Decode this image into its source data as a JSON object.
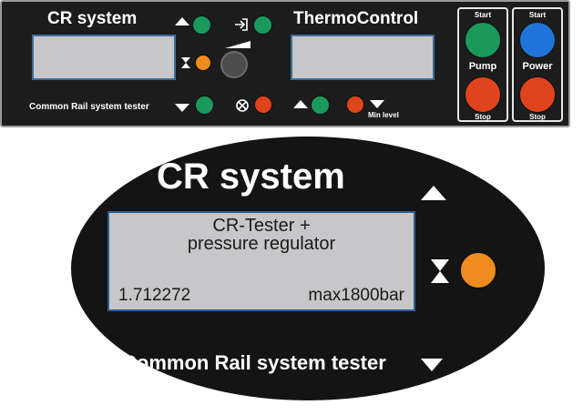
{
  "panel": {
    "cr_title": "CR system",
    "thermo_title": "ThermoControl",
    "cr_subtitle": "Common Rail system tester",
    "pump_start": "Start",
    "pump_label": "Pump",
    "pump_stop": "Stop",
    "power_start": "Start",
    "power_label": "Power",
    "power_stop": "Stop",
    "min_level": "Min level"
  },
  "zoom": {
    "title": "CR system",
    "display_line1": "CR-Tester +",
    "display_line2": "pressure regulator",
    "display_value": "1.712272",
    "display_max": "max1800bar",
    "subtitle": "Common Rail system tester"
  },
  "colors": {
    "green": "#1a9a5a",
    "red": "#e0441c",
    "orange": "#f08c1e",
    "blue": "#1e74d8",
    "lcd": "#c7c7c9",
    "panel": "#1c1c1c"
  }
}
